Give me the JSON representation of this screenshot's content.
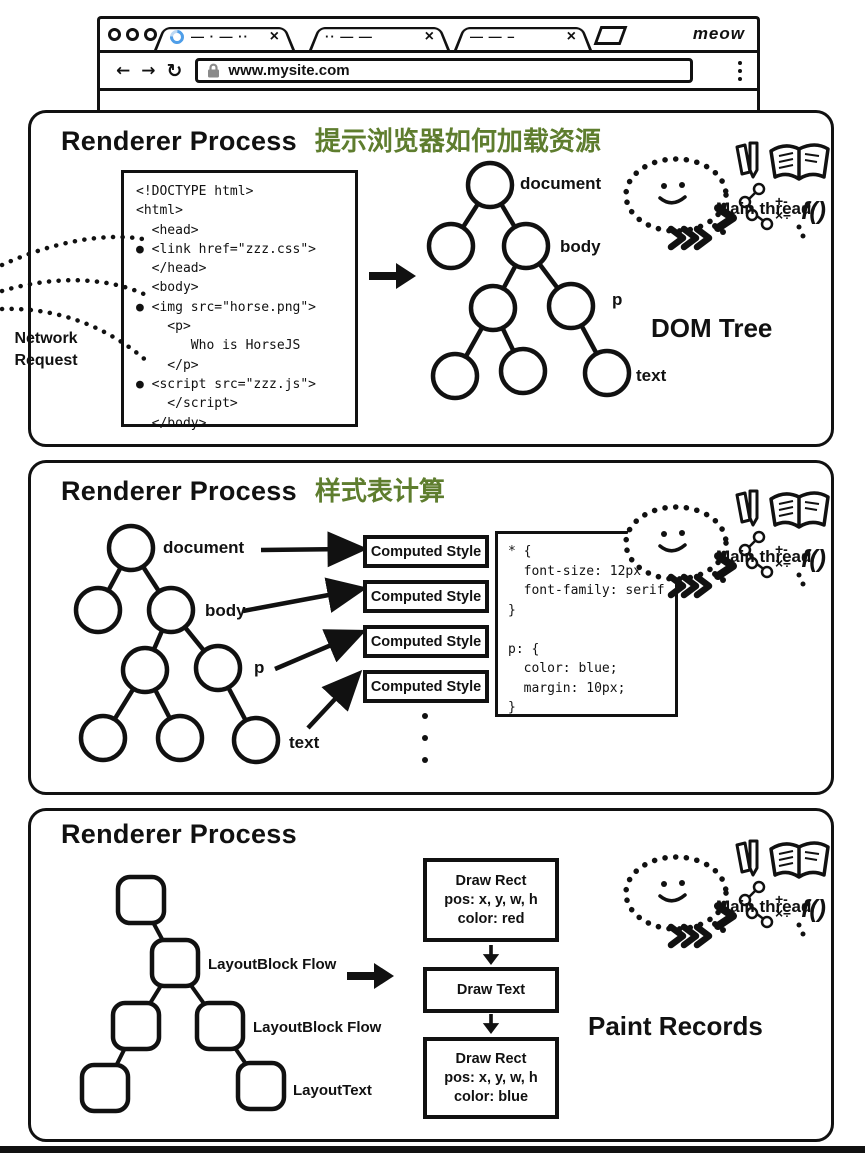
{
  "colors": {
    "ink": "#111111",
    "green_annotation": "#5e7d2e",
    "spinner_blue": "#4f9ee8",
    "spinner_blue_light": "#bdd9f4",
    "lock_gray": "#8a8a8a"
  },
  "browser": {
    "meow_label": "meow",
    "back_icon": "←",
    "forward_icon": "→",
    "reload_icon": "↻",
    "url": "www.mysite.com",
    "tabs": [
      {
        "squiggle": "— · — ··",
        "close_icon": "×"
      },
      {
        "squiggle": "·· — —",
        "close_icon": "×"
      },
      {
        "squiggle": "— — –",
        "close_icon": "×"
      }
    ]
  },
  "panel1": {
    "title": "Renderer Process",
    "subtitle": "提示浏览器如何加载资源",
    "network_request_label": "Network\nRequest",
    "html_code": [
      "<!DOCTYPE html>",
      "<html>",
      "  <head>",
      "● <link href=\"zzz.css\">",
      "  </head>",
      "  <body>",
      "● <img src=\"horse.png\">",
      "    <p>",
      "       Who is HorseJS",
      "    </p>",
      "● <script src=\"zzz.js\">",
      "    </script>",
      "  </body>"
    ],
    "tree": {
      "document": "document",
      "body": "body",
      "p": "p",
      "text": "text"
    },
    "dom_tree_title": "DOM Tree",
    "main_thread_label": "Main thread"
  },
  "panel2": {
    "title": "Renderer Process",
    "subtitle": "样式表计算",
    "tree": {
      "document": "document",
      "body": "body",
      "p": "p",
      "text": "text"
    },
    "computed_style_boxes": [
      "Computed Style",
      "Computed Style",
      "Computed Style",
      "Computed Style"
    ],
    "css_code": [
      "* {",
      "  font-size: 12px",
      "  font-family: serif",
      "}",
      "",
      "p: {",
      "  color: blue;",
      "  margin: 10px;",
      "}"
    ],
    "main_thread_label": "Main thread"
  },
  "panel3": {
    "title": "Renderer Process",
    "layout_labels": [
      "LayoutBlock Flow",
      "LayoutBlock Flow",
      "LayoutText"
    ],
    "paint_boxes": [
      {
        "lines": [
          "Draw Rect",
          "pos: x, y, w, h",
          "color: red"
        ]
      },
      {
        "lines": [
          "Draw Text"
        ]
      },
      {
        "lines": [
          "Draw Rect",
          "pos: x, y, w, h",
          "color: blue"
        ]
      }
    ],
    "paint_records_title": "Paint Records",
    "main_thread_label": "Main thread"
  }
}
